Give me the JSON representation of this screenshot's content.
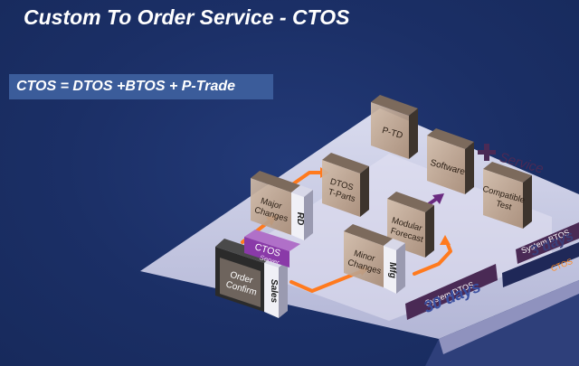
{
  "title": "Custom To Order Service - CTOS",
  "formula": "CTOS =  DTOS +BTOS + P-Trade",
  "blocks": {
    "ptd": "P-TD",
    "software": "Software",
    "compatible_test": [
      "Compatible",
      "Test"
    ],
    "dtos_tparts": [
      "DTOS",
      "T-Parts"
    ],
    "modular_forecast": [
      "Modular",
      "Forecast"
    ],
    "major_changes": [
      "Major",
      "Changes"
    ],
    "minor_changes": [
      "Minor",
      "Changes"
    ],
    "ctos": "CTOS",
    "server": "Server",
    "order_confirm": [
      "Order",
      "Confirm"
    ]
  },
  "tags": {
    "rd": "RD",
    "mfg": "Mfg",
    "sales": "Sales"
  },
  "labels": {
    "plus_service": "Service",
    "system_btos": "System BTOS",
    "three_days": "3 days",
    "ctos_edge": "CTOS",
    "system_dtos": "System DTOS",
    "thirty_days": "30 days"
  },
  "colors": {
    "background": "#1b2f66",
    "platform": "#bfc1df",
    "platform_top": "#d6d7ec",
    "block_front": "#c1a893",
    "block_top": "#7c6a5c",
    "block_side": "#3d342d",
    "arrow": "#ff7a1e",
    "ctos_box": "#8a3aa8",
    "strip": "#4a2a55"
  }
}
